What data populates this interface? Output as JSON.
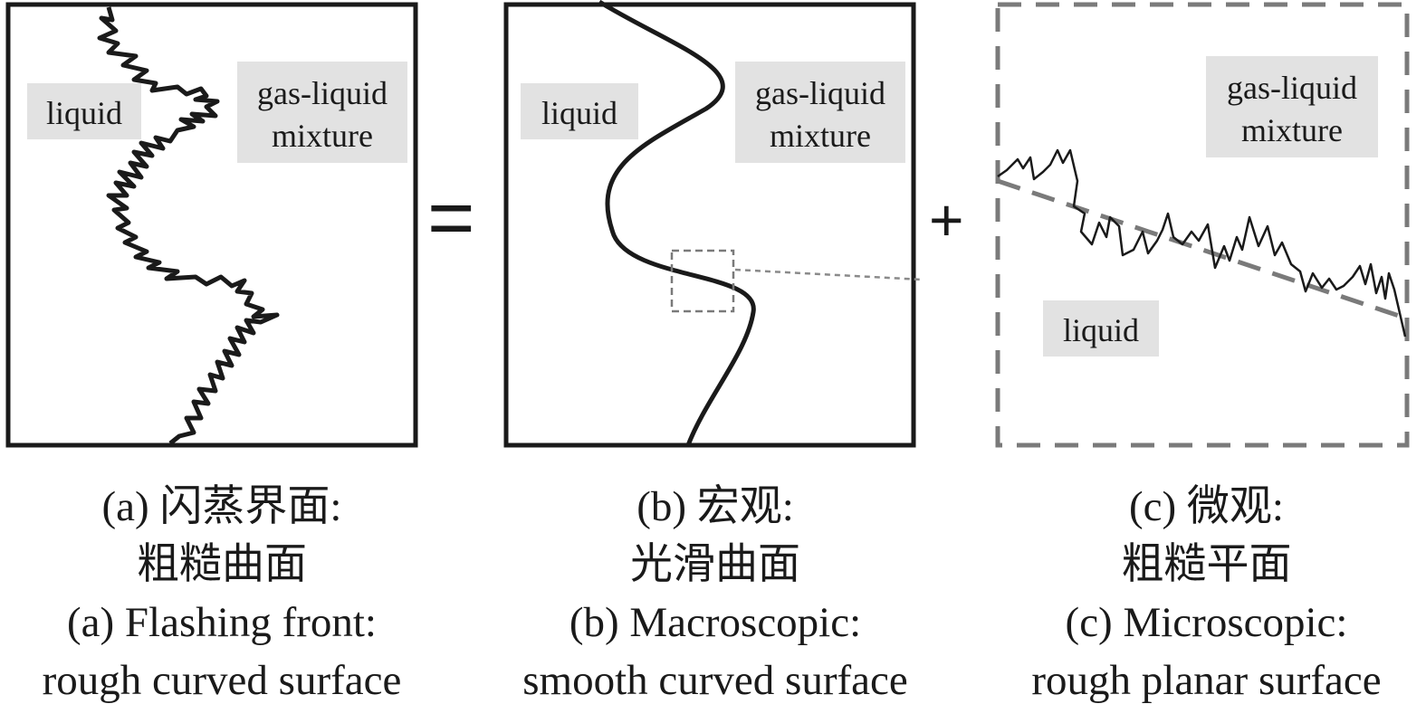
{
  "panel_a": {
    "liquid_label": "liquid",
    "mixture_label": "gas-liquid mixture",
    "caption_cn_line1": "(a) 闪蒸界面:",
    "caption_cn_line2": "粗糙曲面",
    "caption_en_line1": "(a) Flashing front:",
    "caption_en_line2": "rough curved surface"
  },
  "panel_b": {
    "liquid_label": "liquid",
    "mixture_label": "gas-liquid mixture",
    "caption_cn_line1": "(b) 宏观:",
    "caption_cn_line2": "光滑曲面",
    "caption_en_line1": "(b) Macroscopic:",
    "caption_en_line2": "smooth curved surface"
  },
  "panel_c": {
    "liquid_label": "liquid",
    "mixture_label": "gas-liquid mixture",
    "caption_cn_line1": "(c) 微观:",
    "caption_cn_line2": "粗糙平面",
    "caption_en_line1": "(c) Microscopic:",
    "caption_en_line2": "rough planar surface"
  },
  "operators": {
    "equals": "=",
    "plus": "+"
  },
  "colors": {
    "line": "#1a1a1a",
    "dashed": "#7a7a7a",
    "label_bg": "#e2e2e2"
  }
}
